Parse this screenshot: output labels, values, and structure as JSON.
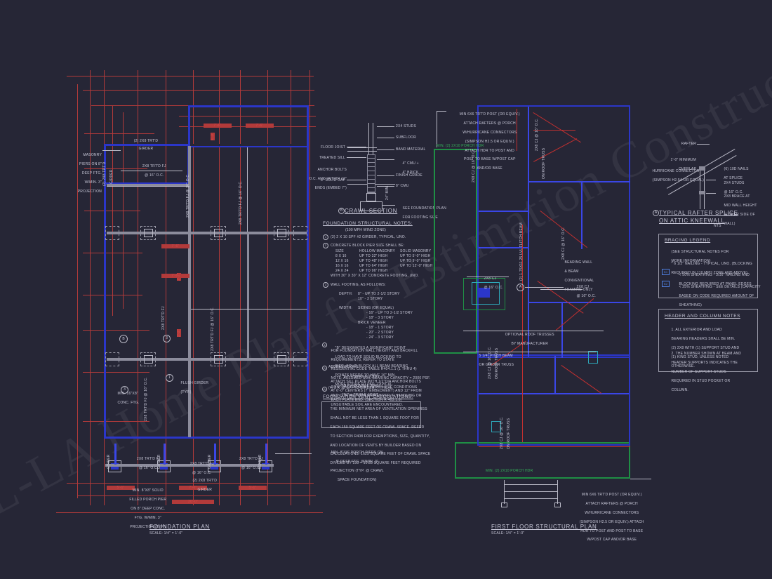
{
  "sheet": {
    "background": "#262636",
    "watermark": "© SL-LA Home Plan for Estimation Construction"
  },
  "titles": {
    "foundation_plan": "FOUNDATION PLAN",
    "foundation_plan_scale": "SCALE: 1/4\" = 1'-0\"",
    "first_floor_plan": "FIRST FLOOR STRUCTURAL PLAN",
    "first_floor_plan_scale": "SCALE: 1/4\" = 1'-0\"",
    "crawl_section": "CRAWL SECTION",
    "crawl_section_mark": "B",
    "rafter_splice_l1": "TYPICAL RAFTER SPLICE",
    "rafter_splice_l2": "ON ATTIC KNEEWALL",
    "rafter_splice_mark": "A",
    "rafter_splice_scale": "NTS"
  },
  "foundation_notes": {
    "heading": "FOUNDATION STRUCTURAL NOTES:",
    "subheading": "(100 MPH WIND ZONE)",
    "item1": "(3) 2 x 10 SPF #2 GIRDER, TYPICAL, UNO.",
    "item2": "CONCRETE BLOCK PIER SIZE SHALL BE:",
    "table_headers": [
      "SIZE",
      "HOLLOW MASONRY",
      "SOLID MASONRY"
    ],
    "table_rows": [
      [
        "8 x 16",
        "UP TO 32\" HIGH",
        "UP TO 5'-0\" HIGH"
      ],
      [
        "12 x 16",
        "UP TO 48\" HIGH",
        "UP TO 9'-0\" HIGH"
      ],
      [
        "16 x 16",
        "UP TO 64\" HIGH",
        "UP TO 12'-0\" HIGH"
      ],
      [
        "24 x 24",
        "UP TO 96\" HIGH",
        ""
      ]
    ],
    "item2_footer": "WITH 30\" x 30\" x 12\" CONCRETE FOOTING, UNO.",
    "item3": "WALL FOOTING, AS FOLLOWS:",
    "depth_label": "DEPTH:",
    "depth_rows": [
      "8\" - UP TO 2-1/2 STORY",
      "10\" - 3 STORY"
    ],
    "width_label": "WIDTH:",
    "width_rows": [
      "SIDING (OR EQUAL)",
      "- 16\" - UP TO 2-1/2 STORY",
      "- 18\" - 3 STORY",
      "BRICK VENEER",
      "- 18\" - 1 STORY",
      "- 20\" - 2 STORY",
      "- 24\" - 3 STORY"
    ],
    "para1": [
      "FOR FOUNDATION WALL HEIGHT AND BACKFILL",
      "REQUIREMENTS, REFER TO STATE",
      "RESIDENTIAL CODE TABLE R404.1.1 (1 THRU 4)",
      "NOTE: ASSUMED SOIL BEARING CAPACITY = 2000 PSF.",
      "CONTRACTOR MUST VERIFY SITE CONDITIONS",
      "AND CONTACT SOILS ENGINEER IF HANDLING OR",
      "UNSUITABLE SOIL ARE ENCOUNTERED."
    ],
    "para2": [
      "ATTACH SILL PLATE WITH 1/2\"dia ANCHOR BOLTS",
      "AT 6'-0\" CENTERS (7' EMBEDMENT) AND 12\" FROM",
      "EACH PLATE END. (SECTION R 403.1.6)"
    ],
    "item4": "\"B\" DESIGNATES A SIGNIFICANT POINT",
    "item4b": "LOAD TO HAVE SOLID BLOCKING TO",
    "item4c": "PIER, SOLID BLOCK ALL BEAM BEARING",
    "item4d": "POINTS NEEDS TO HAVE 16\" MIN.",
    "item4e": "MORE STUDS TO PAD, TYPICAL.",
    "item5": "ABBREVIATIONS:",
    "abbrev": [
      "\"SJ\" = SINGLE JOIST",
      "\"DJ\" = DOUBLE JOIST",
      "\"TJ\" = TRIPLE JOIST"
    ],
    "item6": "(4) 2 x 12 SPF #2 GIRDER, TYPICAL."
  },
  "vent_calcs": {
    "heading": "FOUNDATION VENT CALCULATIONS:",
    "body": [
      "THE MINIMUM NET AREA OF VENTILATION OPENINGS",
      "SHALL NOT BE LESS THAN 1 SQUARE FOOT FOR",
      "EACH 150 SQUARE FEET OF CRAWL SPACE. REFER",
      "TO SECTION R408 FOR EXEMPTIONS, SIZE, QUANTITY,",
      "AND LOCATION OF VENTS BY BUILDER BASED ON",
      "CALCULATIONS: 1625 SQUARE FEET OF CRAWL SPACE",
      "DIVIDED BY 150 = 10.83 SQUARE FEET REQUIRED"
    ]
  },
  "bracing_legend": {
    "heading": "BRACING LEGEND",
    "sub": [
      "(SEE STRUCTURAL NOTES FOR",
      "MORE INFORMATION)"
    ],
    "items": [
      {
        "mark": "",
        "text": [
          "* 6 1/2\" NAILING - TYPICAL, UNO. (BLOCKING",
          "REQUIRED IN 110 MPH ZONE AND ABOVE)"
        ]
      },
      {
        "mark": "B1",
        "text": [
          "< 50% SHEATHING - 3/16\" NAILING AND",
          "BLOCKING REQUIRED AT PANEL EDGES"
        ]
      },
      {
        "mark": "B2",
        "text": [
          "< 25% SHEATHING - SEE DETAILS (CAPACITY",
          "BASED ON CODE REQUIRED AMOUNT OF",
          "SHEATHING)"
        ]
      }
    ]
  },
  "header_column_notes": {
    "heading": "HEADER AND COLUMN NOTES",
    "note1": [
      "1. ALL EXTERIOR AND LOAD",
      "BEARING HEADERS SHALL BE MIN.",
      "(2) 2x8 WITH (1) SUPPORT STUD AND",
      "(1) KING STUD, UNLESS NOTED",
      "OTHERWISE."
    ],
    "note2": [
      "2. THE NUMBER SHOWN AT BEAM AND",
      "HEADER SUPPORTS INDICATES THE",
      "NUMBER OF SUPPORT STUDS",
      "REQUIRED IN STUD POCKET OR",
      "COLUMN."
    ]
  },
  "crawl_section_labels": {
    "right": [
      "2x4 STUDS",
      "SUBFLOOR",
      "BAND MATERIAL",
      "4\" CMU +",
      "4\" BRICK",
      "FINISH GRADE",
      "8\" CMU"
    ],
    "left": [
      "FLOOR JOIST",
      "TREATED SILL",
      "ANCHOR BOLTS",
      "O.C. AND WITHIN 12\"",
      "ENDS (EMBED 7\")",
      "8\" SOLID CAP"
    ],
    "footing_note": [
      "SEE FOUNDATION PLAN",
      "FOR FOOTING SIZE"
    ],
    "depth_note": "24\" MIN."
  },
  "rafter_splice_labels": {
    "rafter": "RAFTER",
    "overlap": [
      "1'-0\" MINIMUM",
      "OVERLAP"
    ],
    "hurricane": [
      "HURRICANE CONNECTOR",
      "(SIMPSON H2.5A OR EQUAL)"
    ],
    "nails": [
      "(6) 10d NAILS",
      "AT SPLICE"
    ],
    "studs": [
      "2x4 STUDS",
      "@ 16\" O.C."
    ],
    "brace": [
      "2x8 BRACE AT",
      "MID WALL HEIGHT",
      "(EITHER SIDE OF",
      "WALL)"
    ]
  },
  "foundation_plan_labels": {
    "masonry_piers": [
      "MASONRY",
      "PIERS ON 8\"",
      "DEEP FTG.",
      "w/MIN. 3\"",
      "PROJECTION"
    ],
    "girder_top": "(2) 2x8 TRT'D",
    "girder_word": "GIRDER",
    "joist_typ": [
      "2x8 TRT'D FJ",
      "@ 16\" O.C."
    ],
    "joist_typ2": [
      "2x6 TRT'D FJ",
      "@ 16\" O.C."
    ],
    "flush_girder": [
      "FLUSH GIRDER",
      "(TYP.)"
    ],
    "conc_ftg": [
      "MIN. 16\"x8\"",
      "CONC. FTG."
    ],
    "porch_piers": [
      "MIN. 8\"x8\" PORCH PIERS ON",
      "8\" DEEP FTG. w/MIN. 3\"",
      "PROJECTION (TYP. @ CRAWL",
      "SPACE FOUNDATION)"
    ],
    "solid_piers": [
      "MIN. 8\"x8\" SOLID",
      "FILLED PORCH PIER",
      "ON 8\" DEEP CONC.",
      "FTG. w/MIN. 3\"",
      "PROJECTION (TYP.)"
    ],
    "girder_label_v": "(2) 2x8 TRT'D",
    "girder_bottom": [
      "(2) 2x8 TRT'D",
      "GIRDER"
    ],
    "bubble_b": "B",
    "bubble_1": "1",
    "bubble_3": "3"
  },
  "first_floor_labels": {
    "post_note": [
      "MIN 6x6 TRT'D POST (OR EQUIV.)",
      "ATTACH RAFTERS @ PORCH",
      "w/HURRICANE CONNECTORS",
      "(SIMPSON H2.5 OR EQUIV.)",
      "ATTACH HDR TO POST AND",
      "POST TO BASE w/POST CAP",
      "AND/OR BASE"
    ],
    "porch_hdr_top": "MIN. (2) 2x10 PORCH HDR",
    "porch_hdr_bottom": "MIN. (2) 2x10 PORCH HDR",
    "bearing_wall": [
      "BEARING WALL",
      "& BEAM",
      "CONVENTIONAL",
      "FRAMING ONLY"
    ],
    "opt_trusses": [
      "OPTIONAL ROOF TRUSSES",
      "BY MANUFACTURER"
    ],
    "pitch_beam": [
      "5 1/4\" PITCH BEAM",
      "OR GIRDER TRUSS"
    ],
    "ci_left": [
      "2x8 CJ",
      "@ 16\" O.C."
    ],
    "ci_right": [
      "2x8 CJ",
      "@ 16\" O.C."
    ],
    "roof_truss_v": [
      "2x8 CJ",
      "@ 16\" O.C.",
      "ON",
      "ROOF TRUSS"
    ],
    "post_note_bottom": [
      "MIN 6x6 TRT'D POST (OR EQUIV.)",
      "ATTACH RAFTERS @ PORCH",
      "w/HURRICANE CONNECTORS",
      "(SIMPSON H2.5 OR EQUIV.) ATTACH",
      "HDR TO POST AND POST TO BASE",
      "w/POST CAP AND/OR BASE"
    ],
    "bubble_a": "A",
    "flitch_v": "(2) 1.75x11.25 LVL FLITCH BEAM"
  },
  "colors": {
    "red": "#b23a3a",
    "blue": "#2b36c9",
    "cyan": "#2ea9bb",
    "green": "#1f8f45",
    "white": "#b9b9c6",
    "background": "#262636"
  }
}
